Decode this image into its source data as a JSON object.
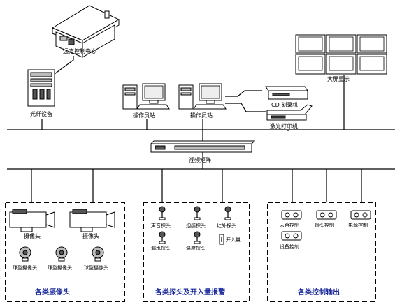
{
  "labels": {
    "remote_center": "远方控制中心",
    "fiber_equipment": "光纤设备",
    "workstation_1": "操作员站",
    "workstation_2": "操作员站",
    "cd_burner": "CD 刻录机",
    "laser_printer": "激光打印机",
    "big_screen": "大屏显示",
    "switch": "视频矩阵",
    "camera_1": "摄像头",
    "camera_2": "摄像头",
    "dome_camera_1": "球型摄像头",
    "dome_camera_2": "球型摄像头",
    "dome_camera_3": "球型摄像头",
    "sound_probe": "声音探头",
    "smoke_probe": "烟感探头",
    "infrared_probe": "红外探头",
    "water_probe": "漏水探头",
    "temp_probe": "温度探头",
    "switch_quantity": "开入量",
    "ptz_control": "云台控制",
    "lens_control": "镜头控制",
    "power_control": "电源控制",
    "device_control": "设备控制"
  },
  "groups": {
    "cameras": "各类摄像头",
    "probes": "各类探头及开入量报警",
    "control_outputs": "各类控制输出"
  }
}
